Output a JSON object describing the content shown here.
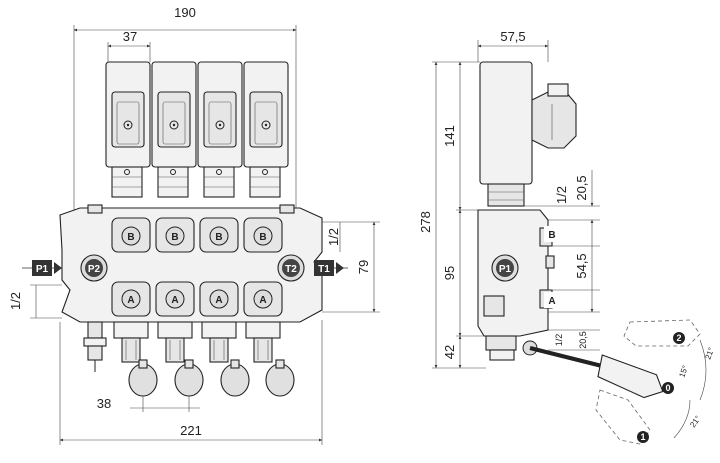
{
  "front_view": {
    "dims": {
      "width_top": "190",
      "coil_width": "37",
      "height": "79",
      "thread_right": "1/2",
      "thread_left": "1/2",
      "lever_pitch": "38",
      "width_bottom": "221"
    },
    "ports_top": [
      "B",
      "B",
      "B",
      "B"
    ],
    "ports_bottom": [
      "A",
      "A",
      "A",
      "A"
    ],
    "port_p1": "P1",
    "port_p2": "P2",
    "port_t2": "T2",
    "port_t1": "T1"
  },
  "side_view": {
    "dims": {
      "coil_width": "57,5",
      "coil_height": "141",
      "total_height": "278",
      "body_height": "95",
      "lower_height": "42",
      "thread_b": "1/2",
      "dim_b": "20,5",
      "port_pitch": "54,5",
      "thread_a": "1/2",
      "dim_a": "20,5"
    },
    "port_b": "B",
    "port_a": "A",
    "port_p1": "P1",
    "lever_positions": [
      "0",
      "1",
      "2"
    ],
    "angles": [
      "21°",
      "15°",
      "21°"
    ]
  }
}
